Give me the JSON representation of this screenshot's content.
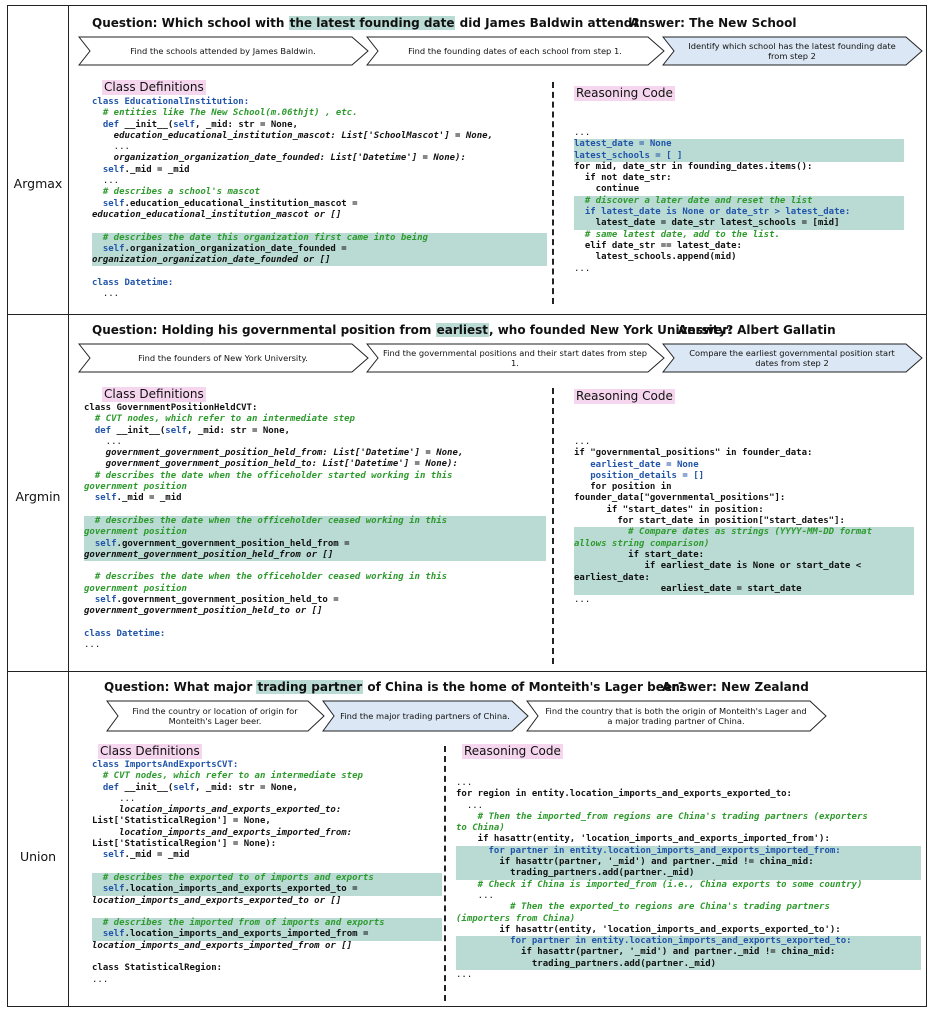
{
  "rows": [
    {
      "label": "Argmax",
      "question_pre": "Question: Which school with ",
      "question_hl": "the latest founding date",
      "question_post": " did James Baldwin attend?",
      "answer": "Answer: The New School",
      "steps": [
        {
          "text": "Find the schools attended by James Baldwin."
        },
        {
          "text": "Find the founding dates of each school from step 1."
        },
        {
          "text": "Identify which school has the latest founding date from step 2"
        }
      ],
      "class_title": "Class Definitions",
      "reason_title": "Reasoning Code",
      "class_code": [
        {
          "t": "class EducationalInstitution:",
          "s": "kwb"
        },
        {
          "t": "  # entities like The New School(m.06thjt) , etc.",
          "s": "cm"
        },
        {
          "t": "  def __init__(self, _mid: str = None,",
          "s": "def"
        },
        {
          "t": "    education_educational_institution_mascot: List['SchoolMascot'] = None,",
          "s": "it"
        },
        {
          "t": "    ...",
          "s": ""
        },
        {
          "t": "    organization_organization_date_founded: List['Datetime'] = None):",
          "s": "it"
        },
        {
          "t": "  self._mid = _mid",
          "s": "self"
        },
        {
          "t": "  ...",
          "s": ""
        },
        {
          "t": "  # describes a school's mascot",
          "s": "cm"
        },
        {
          "t": "  self.education_educational_institution_mascot =",
          "s": "self"
        },
        {
          "t": "education_educational_institution_mascot or []",
          "s": "it"
        },
        {
          "t": "",
          "s": ""
        },
        {
          "t": "  # describes the date this organization first came into being",
          "s": "cm",
          "h": true
        },
        {
          "t": "  self.organization_organization_date_founded =",
          "s": "self",
          "h": true
        },
        {
          "t": "organization_organization_date_founded or []",
          "s": "it",
          "h": true
        },
        {
          "t": "",
          "s": ""
        },
        {
          "t": "class Datetime:",
          "s": "kwb"
        },
        {
          "t": "  ...",
          "s": ""
        }
      ],
      "reason_code": [
        {
          "t": "...",
          "s": ""
        },
        {
          "t": "latest_date = None",
          "s": "kwb",
          "h": true
        },
        {
          "t": "latest_schools = [ ]",
          "s": "kwb",
          "h": true
        },
        {
          "t": "for mid, date_str in founding_dates.items():",
          "s": "b"
        },
        {
          "t": "  if not date_str:",
          "s": "b"
        },
        {
          "t": "    continue",
          "s": "b"
        },
        {
          "t": "  # discover a later date and reset the list",
          "s": "cm",
          "h": true
        },
        {
          "t": "  if latest_date is None or date_str > latest_date:",
          "s": "kwb",
          "h": true
        },
        {
          "t": "    latest_date = date_str latest_schools = [mid]",
          "s": "b",
          "h": true
        },
        {
          "t": "  # same latest date, add to the list.",
          "s": "cm"
        },
        {
          "t": "  elif date_str == latest_date:",
          "s": "b"
        },
        {
          "t": "    latest_schools.append(mid)",
          "s": "b"
        },
        {
          "t": "...",
          "s": ""
        }
      ]
    },
    {
      "label": "Argmin",
      "question_pre": "Question: Holding his governmental position from ",
      "question_hl": "earliest",
      "question_post": ", who founded New York University?",
      "answer": "Answer: Albert Gallatin",
      "steps": [
        {
          "text": "Find the founders of New York University."
        },
        {
          "text": "Find the governmental positions and their start dates from step 1."
        },
        {
          "text": "Compare the earliest governmental position start dates from step 2"
        }
      ],
      "class_title": "Class Definitions",
      "reason_title": "Reasoning Code",
      "class_code": [
        {
          "t": "class GovernmentPositionHeldCVT:",
          "s": "b"
        },
        {
          "t": "  # CVT nodes, which refer to an intermediate step",
          "s": "cm"
        },
        {
          "t": "  def __init__(self, _mid: str = None,",
          "s": "def"
        },
        {
          "t": "    ...",
          "s": ""
        },
        {
          "t": "    government_government_position_held_from: List['Datetime'] = None,",
          "s": "it"
        },
        {
          "t": "    government_government_position_held_to: List['Datetime'] = None):",
          "s": "it"
        },
        {
          "t": "  # describes the date when the officeholder started working in this",
          "s": "cm"
        },
        {
          "t": "government position",
          "s": "cm"
        },
        {
          "t": "  self._mid = _mid",
          "s": "self"
        },
        {
          "t": "",
          "s": ""
        },
        {
          "t": "  # describes the date when the officeholder ceased working in this",
          "s": "cm",
          "h": true
        },
        {
          "t": "government position",
          "s": "cm",
          "h": true
        },
        {
          "t": "  self.government_government_position_held_from =",
          "s": "self",
          "h": true
        },
        {
          "t": "government_government_position_held_from or []",
          "s": "it",
          "h": true
        },
        {
          "t": "",
          "s": ""
        },
        {
          "t": "  # describes the date when the officeholder ceased working in this",
          "s": "cm"
        },
        {
          "t": "government position",
          "s": "cm"
        },
        {
          "t": "  self.government_government_position_held_to =",
          "s": "self"
        },
        {
          "t": "government_government_position_held_to or []",
          "s": "it"
        },
        {
          "t": "",
          "s": ""
        },
        {
          "t": "class Datetime:",
          "s": "kwb"
        },
        {
          "t": "...",
          "s": ""
        }
      ],
      "reason_code": [
        {
          "t": "...",
          "s": ""
        },
        {
          "t": "if \"governmental_positions\" in founder_data:",
          "s": "b"
        },
        {
          "t": "   earliest_date = None",
          "s": "kwb"
        },
        {
          "t": "   position_details = []",
          "s": "kwb"
        },
        {
          "t": "   for position in",
          "s": "b"
        },
        {
          "t": "founder_data[\"governmental_positions\"]:",
          "s": "b"
        },
        {
          "t": "      if \"start_dates\" in position:",
          "s": "b"
        },
        {
          "t": "        for start_date in position[\"start_dates\"]:",
          "s": "b"
        },
        {
          "t": "          # Compare dates as strings (YYYY-MM-DD format",
          "s": "cm",
          "h": true
        },
        {
          "t": "allows string comparison)",
          "s": "cm",
          "h": true
        },
        {
          "t": "          if start_date:",
          "s": "b",
          "h": true
        },
        {
          "t": "             if earliest_date is None or start_date <",
          "s": "b",
          "h": true
        },
        {
          "t": "earliest_date:",
          "s": "b",
          "h": true
        },
        {
          "t": "                earliest_date = start_date",
          "s": "b",
          "h": true
        },
        {
          "t": "...",
          "s": ""
        }
      ]
    },
    {
      "label": "Union",
      "question_pre": "Question: What major ",
      "question_hl": "trading partner",
      "question_post": " of China is the home of Monteith's Lager beer?",
      "answer": "Answer: New Zealand",
      "steps": [
        {
          "text": "Find the country or location of origin for Monteith's Lager beer."
        },
        {
          "text": "Find the major trading partners of China."
        },
        {
          "text": "Find the country that is both the origin of Monteith's Lager and a major trading partner of China."
        }
      ],
      "class_title": "Class Definitions",
      "reason_title": "Reasoning Code",
      "class_code": [
        {
          "t": "class ImportsAndExportsCVT:",
          "s": "kwb"
        },
        {
          "t": "  # CVT nodes, which refer to an intermediate step",
          "s": "cm"
        },
        {
          "t": "  def __init__(self, _mid: str = None,",
          "s": "def"
        },
        {
          "t": "     ...",
          "s": ""
        },
        {
          "t": "     location_imports_and_exports_exported_to:",
          "s": "it"
        },
        {
          "t": "List['StatisticalRegion'] = None,",
          "s": "b"
        },
        {
          "t": "     location_imports_and_exports_imported_from:",
          "s": "it"
        },
        {
          "t": "List['StatisticalRegion'] = None):",
          "s": "b"
        },
        {
          "t": "  self._mid = _mid",
          "s": "self"
        },
        {
          "t": "",
          "s": ""
        },
        {
          "t": "  # describes the exported to of imports and exports",
          "s": "cm",
          "h": true
        },
        {
          "t": "  self.location_imports_and_exports_exported_to =",
          "s": "self",
          "h": true
        },
        {
          "t": "location_imports_and_exports_exported_to or []",
          "s": "it"
        },
        {
          "t": "",
          "s": ""
        },
        {
          "t": "  # describes the imported from of imports and exports",
          "s": "cm",
          "h": true
        },
        {
          "t": "  self.location_imports_and_exports_imported_from =",
          "s": "self",
          "h": true
        },
        {
          "t": "location_imports_and_exports_imported_from or []",
          "s": "it"
        },
        {
          "t": "",
          "s": ""
        },
        {
          "t": "class StatisticalRegion:",
          "s": "b"
        },
        {
          "t": "...",
          "s": ""
        }
      ],
      "reason_code": [
        {
          "t": "...",
          "s": ""
        },
        {
          "t": "for region in entity.location_imports_and_exports_exported_to:",
          "s": "b"
        },
        {
          "t": "  ...",
          "s": ""
        },
        {
          "t": "    # Then the imported_from regions are China's trading partners (exporters",
          "s": "cm"
        },
        {
          "t": "to China)",
          "s": "cm"
        },
        {
          "t": "    if hasattr(entity, 'location_imports_and_exports_imported_from'):",
          "s": "b"
        },
        {
          "t": "      for partner in entity.location_imports_and_exports_imported_from:",
          "s": "kwb",
          "h": true
        },
        {
          "t": "        if hasattr(partner, '_mid') and partner._mid != china_mid:",
          "s": "b",
          "h": true
        },
        {
          "t": "          trading_partners.add(partner._mid)",
          "s": "b",
          "h": true
        },
        {
          "t": "    # Check if China is imported_from (i.e., China exports to some country)",
          "s": "cm"
        },
        {
          "t": "    ...",
          "s": ""
        },
        {
          "t": "          # Then the exported_to regions are China's trading partners",
          "s": "cm"
        },
        {
          "t": "(importers from China)",
          "s": "cm"
        },
        {
          "t": "        if hasattr(entity, 'location_imports_and_exports_exported_to'):",
          "s": "b"
        },
        {
          "t": "          for partner in entity.location_imports_and_exports_exported_to:",
          "s": "kwb",
          "h": true
        },
        {
          "t": "            if hasattr(partner, '_mid') and partner._mid != china_mid:",
          "s": "b",
          "h": true
        },
        {
          "t": "              trading_partners.add(partner._mid)",
          "s": "b",
          "h": true
        },
        {
          "t": "...",
          "s": ""
        }
      ]
    }
  ],
  "colors": {
    "highlight": "#b9dbd3",
    "section_title_bg": "#f6d6ee",
    "step_active_fill": "#dbe7f4",
    "comment": "#2e9a2e",
    "keyword": "#2255aa"
  }
}
